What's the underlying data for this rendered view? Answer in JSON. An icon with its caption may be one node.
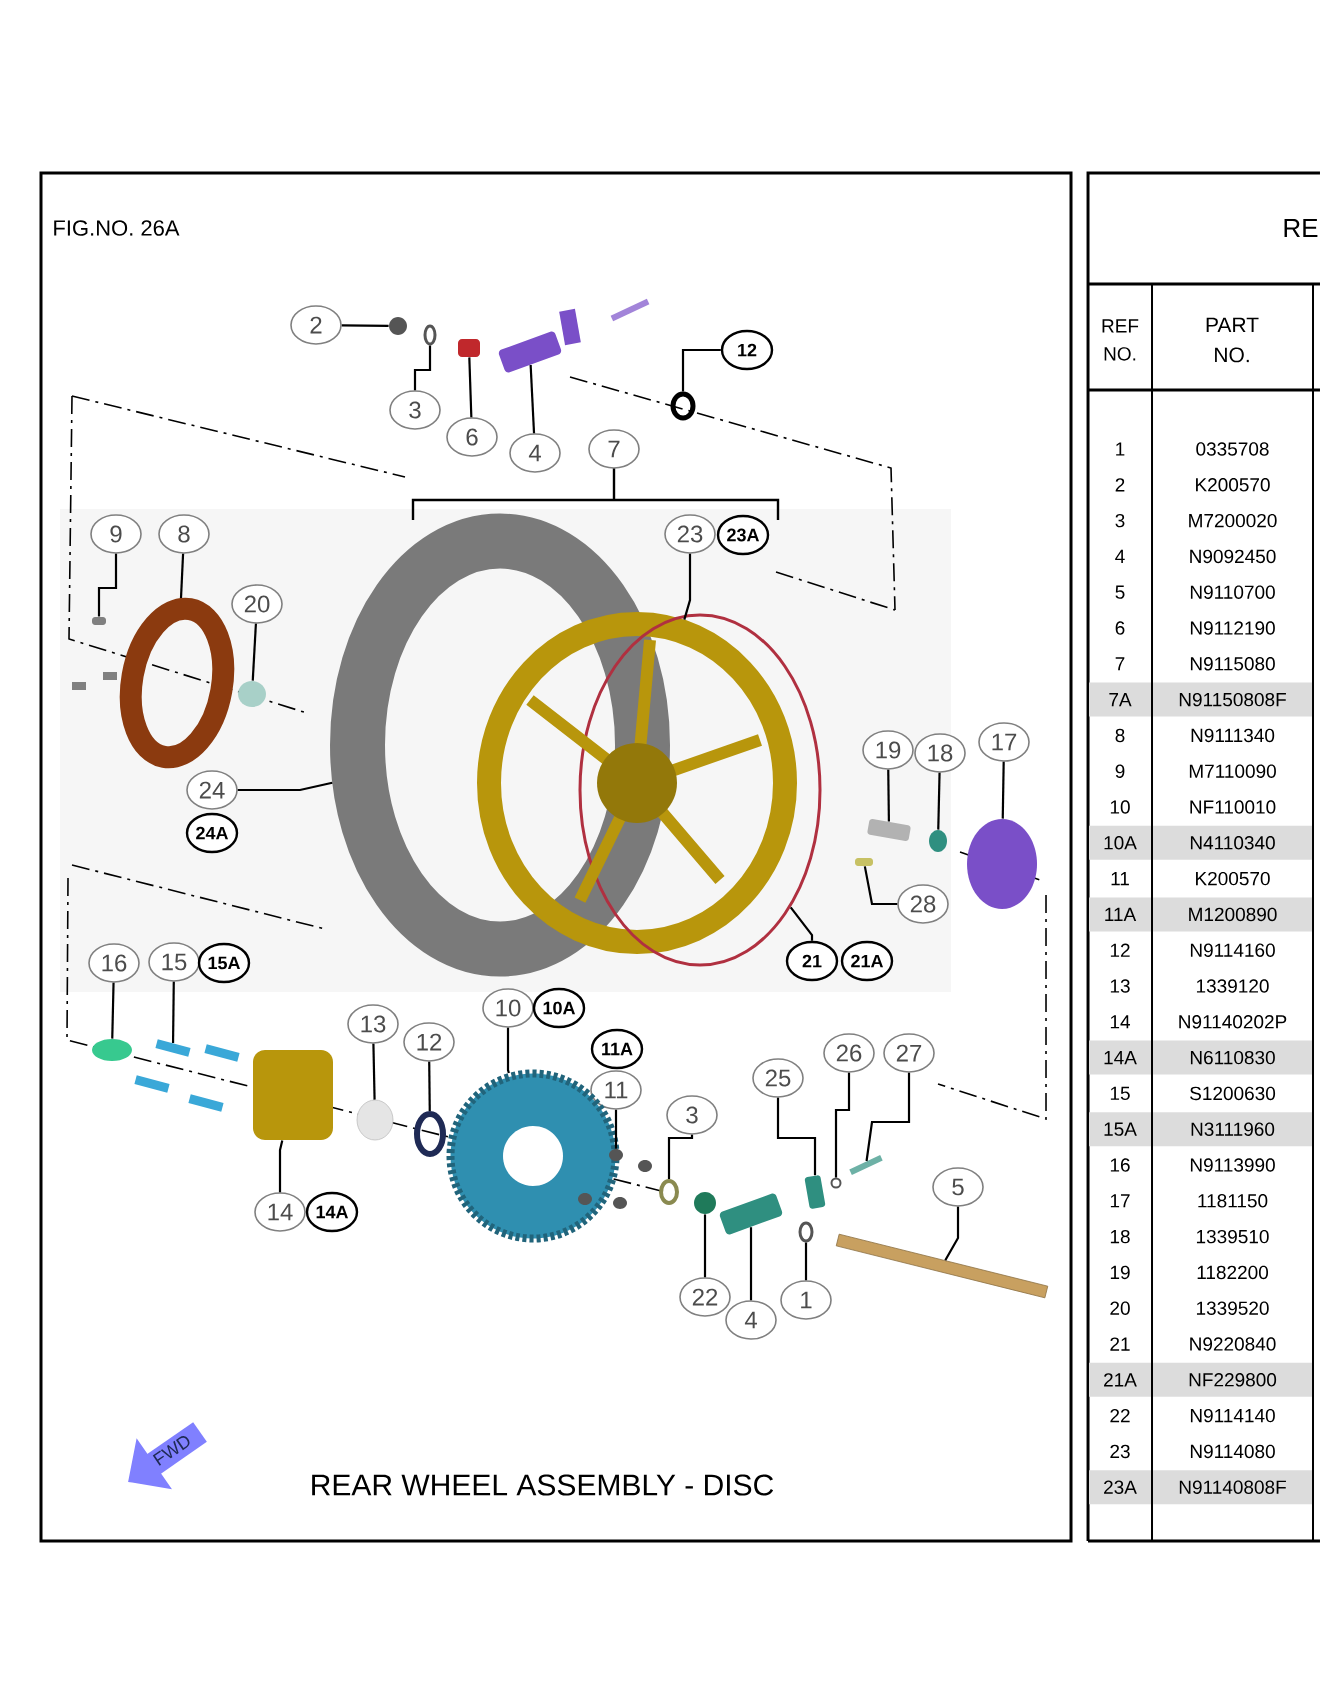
{
  "diagram": {
    "caption": "REAR WHEEL ASSEMBLY - DISC",
    "nodes": [
      {
        "text": [
          "2"
        ]
      },
      {
        "text": [
          "3"
        ]
      },
      {
        "text": [
          "6"
        ]
      },
      {
        "text": [
          "4"
        ]
      },
      {
        "text": [
          "7"
        ]
      },
      {
        "text": [
          "12"
        ]
      },
      {
        "text": [
          "9"
        ]
      },
      {
        "text": [
          "8"
        ]
      },
      {
        "text": [
          "23"
        ]
      },
      {
        "text": [
          "23A"
        ]
      },
      {
        "text": [
          "20"
        ]
      },
      {
        "text": [
          "17"
        ]
      },
      {
        "text": [
          "19"
        ]
      },
      {
        "text": [
          "18"
        ]
      },
      {
        "text": [
          "24"
        ]
      },
      {
        "text": [
          "24A"
        ]
      },
      {
        "text": [
          "28"
        ]
      },
      {
        "text": [
          "16"
        ]
      },
      {
        "text": [
          "15"
        ]
      },
      {
        "text": [
          "15A"
        ]
      },
      {
        "text": [
          "21"
        ]
      },
      {
        "text": [
          "21A"
        ]
      },
      {
        "text": [
          "10"
        ]
      },
      {
        "text": [
          "10A"
        ]
      },
      {
        "text": [
          "13"
        ]
      },
      {
        "text": [
          "12"
        ]
      },
      {
        "text": [
          "11A"
        ]
      },
      {
        "text": [
          "26"
        ]
      },
      {
        "text": [
          "27"
        ]
      },
      {
        "text": [
          "25"
        ]
      },
      {
        "text": [
          "11"
        ]
      },
      {
        "text": [
          "3"
        ]
      },
      {
        "text": [
          "5"
        ]
      },
      {
        "text": [
          "14"
        ]
      },
      {
        "text": [
          "14A"
        ]
      },
      {
        "text": [
          "22"
        ]
      },
      {
        "text": [
          "1"
        ]
      },
      {
        "text": [
          "4"
        ]
      },
      {
        "text": [],
        "shape": "circle"
      },
      {
        "text": [],
        "shape": "circle"
      },
      {
        "text": [],
        "shape": "box"
      },
      {
        "text": [],
        "shape": "box"
      },
      {
        "text": [],
        "shape": "circle"
      },
      {
        "text": [],
        "shape": "box"
      },
      {
        "text": [],
        "shape": "circle"
      },
      {
        "text": [],
        "shape": "circle"
      },
      {
        "text": [],
        "shape": "circle"
      },
      {
        "text": [],
        "shape": "circle"
      },
      {
        "text": [],
        "shape": "circle"
      },
      {
        "text": [],
        "shape": "circle"
      },
      {
        "text": [],
        "shape": "box"
      },
      {
        "text": [],
        "shape": "circle"
      },
      {
        "text": [],
        "shape": "box"
      },
      {
        "text": [],
        "shape": "circle"
      },
      {
        "text": [],
        "shape": "bar"
      },
      {
        "text": [],
        "shape": "box"
      },
      {
        "text": [],
        "shape": "circle"
      },
      {
        "text": [],
        "shape": "circle"
      },
      {
        "text": [],
        "shape": "circle"
      },
      {
        "text": [],
        "shape": "circle"
      },
      {
        "text": [],
        "shape": "circle"
      },
      {
        "text": [],
        "shape": "circle"
      },
      {
        "text": [],
        "shape": "box"
      },
      {
        "text": [],
        "shape": "circle"
      },
      {
        "text": [],
        "shape": "box"
      },
      {
        "text": [],
        "shape": "circle"
      },
      {
        "text": [],
        "shape": "bar"
      },
      {
        "text": [],
        "shape": "bar"
      }
    ],
    "edges": [
      {
        "from": 0,
        "to": 38,
        "arrow": "none"
      },
      {
        "from": 1,
        "to": 39,
        "arrow": "none"
      },
      {
        "from": 2,
        "to": 40,
        "arrow": "none"
      },
      {
        "from": 3,
        "to": 41,
        "arrow": "none"
      },
      {
        "from": 5,
        "to": 42,
        "arrow": "none"
      },
      {
        "from": 6,
        "to": 43,
        "arrow": "none"
      },
      {
        "from": 7,
        "to": 44,
        "arrow": "none"
      },
      {
        "from": 8,
        "to": 46,
        "arrow": "none"
      },
      {
        "from": 10,
        "to": 48,
        "arrow": "none"
      },
      {
        "from": 11,
        "to": 49,
        "arrow": "none"
      },
      {
        "from": 12,
        "to": 50,
        "arrow": "none"
      },
      {
        "from": 13,
        "to": 51,
        "arrow": "none"
      },
      {
        "from": 14,
        "to": 45,
        "arrow": "none"
      },
      {
        "from": 16,
        "to": 52,
        "arrow": "none"
      },
      {
        "from": 17,
        "to": 53,
        "arrow": "none"
      },
      {
        "from": 18,
        "to": 54,
        "arrow": "none"
      },
      {
        "from": 20,
        "to": 47,
        "arrow": "none"
      },
      {
        "from": 22,
        "to": 58,
        "arrow": "none"
      },
      {
        "from": 24,
        "to": 56,
        "arrow": "none"
      },
      {
        "from": 25,
        "to": 57,
        "arrow": "none"
      },
      {
        "from": 27,
        "to": 65,
        "arrow": "none"
      },
      {
        "from": 28,
        "to": 66,
        "arrow": "none"
      },
      {
        "from": 29,
        "to": 64,
        "arrow": "none"
      },
      {
        "from": 30,
        "to": 59,
        "arrow": "none"
      },
      {
        "from": 31,
        "to": 60,
        "arrow": "none"
      },
      {
        "from": 32,
        "to": 67,
        "arrow": "none"
      },
      {
        "from": 33,
        "to": 55,
        "arrow": "none"
      },
      {
        "from": 35,
        "to": 61,
        "arrow": "none"
      },
      {
        "from": 37,
        "to": 62,
        "arrow": "none"
      },
      {
        "from": 36,
        "to": 63,
        "arrow": "none"
      }
    ],
    "labels": [
      "FIG.NO. 26A",
      "RE",
      "REF NO.",
      "PART NO.",
      "1",
      "0335708",
      "2",
      "K200570",
      "3",
      "M7200020",
      "4",
      "N9092450",
      "5",
      "N9110700",
      "6",
      "N9112190",
      "7",
      "N9115080",
      "7A",
      "N91150808F",
      "8",
      "N9111340",
      "9",
      "M7110090",
      "10",
      "NF110010",
      "10A",
      "N4110340",
      "11",
      "K200570",
      "11A",
      "M1200890",
      "12",
      "N9114160",
      "13",
      "1339120",
      "14",
      "N91140202P",
      "14A",
      "N6110830",
      "15",
      "S1200630",
      "15A",
      "N3111960",
      "16",
      "N9113990",
      "17",
      "1181150",
      "18",
      "1339510",
      "19",
      "1182200",
      "20",
      "1339520",
      "21",
      "N9220840",
      "21A",
      "NF229800",
      "22",
      "N9114140",
      "23",
      "N9114080",
      "23A",
      "N91140808F",
      "FWD"
    ]
  }
}
